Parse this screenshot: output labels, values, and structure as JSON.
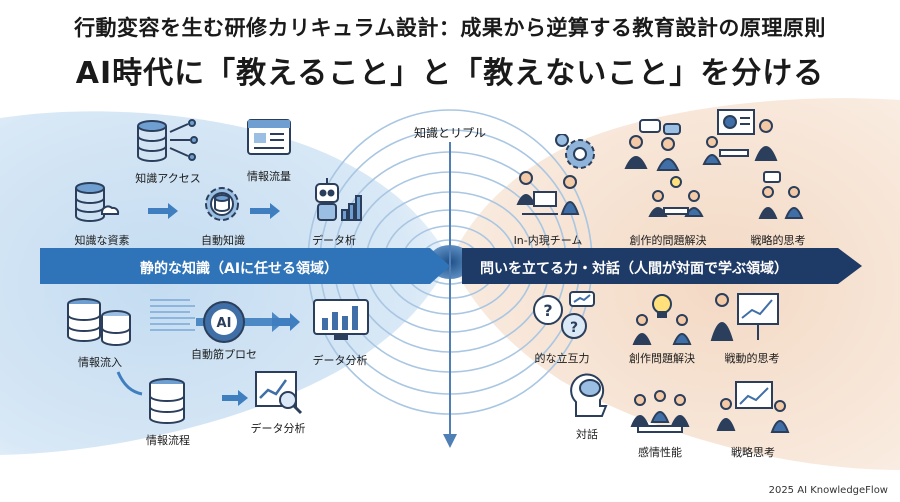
{
  "header": {
    "title": "行動変容を生む研修カリキュラム設計：成果から逆算する教育設計の原理原則",
    "subtitle": "AI時代に「教えること」と「教えないこと」を分ける"
  },
  "center": {
    "label": "知識とリプル"
  },
  "left_band": {
    "label": "静的な知識（AIに任せる領域）"
  },
  "right_band": {
    "label": "問いを立てる力・対話（人間が対面で学ぶ領域）"
  },
  "left_upper": {
    "items": [
      {
        "label": "知識アクセス",
        "icon": "database-network-icon"
      },
      {
        "label": "情報流量",
        "icon": "browser-window-icon"
      },
      {
        "label": "知識な資素",
        "icon": "database-cloud-icon"
      },
      {
        "label": "自動知識",
        "icon": "gear-database-icon"
      },
      {
        "label": "データ析",
        "icon": "robot-chart-icon"
      }
    ]
  },
  "left_lower": {
    "items": [
      {
        "label": "情報流入",
        "icon": "server-stack-icon"
      },
      {
        "label": "自動筋プロセ",
        "icon": "ai-chip-icon"
      },
      {
        "label": "データ分析",
        "icon": "monitor-chart-icon"
      },
      {
        "label": "情報流程",
        "icon": "database-icon"
      },
      {
        "label": "データ分析",
        "icon": "magnifier-chart-icon"
      }
    ]
  },
  "right_upper": {
    "items": [
      {
        "label": "In-内現チーム",
        "icon": "team-gear-icon"
      },
      {
        "label": "創作的問題解決",
        "icon": "discussion-icon"
      },
      {
        "label": "戦略的思考",
        "icon": "presentation-icon"
      }
    ]
  },
  "right_lower": {
    "items": [
      {
        "label": "的な立互力",
        "icon": "question-bubbles-icon"
      },
      {
        "label": "創作問題解決",
        "icon": "lightbulb-people-icon"
      },
      {
        "label": "戦動的思考",
        "icon": "whiteboard-icon"
      },
      {
        "label": "対話",
        "icon": "brain-head-icon"
      },
      {
        "label": "感情性能",
        "icon": "group-talk-icon"
      },
      {
        "label": "戦略思考",
        "icon": "chart-presenter-icon"
      }
    ]
  },
  "footer": {
    "text": "2025 AI KnowledgeFlow"
  },
  "colors": {
    "left_bg": "#cfe3f4",
    "left_bg_edge": "#e6f0fa",
    "right_bg": "#f6e2d2",
    "band_left": "#2f74b8",
    "band_right": "#1e3a66",
    "icon_blue": "#3f6fa6",
    "icon_dark": "#2b3f5c",
    "ripple": "#aac7e3"
  }
}
